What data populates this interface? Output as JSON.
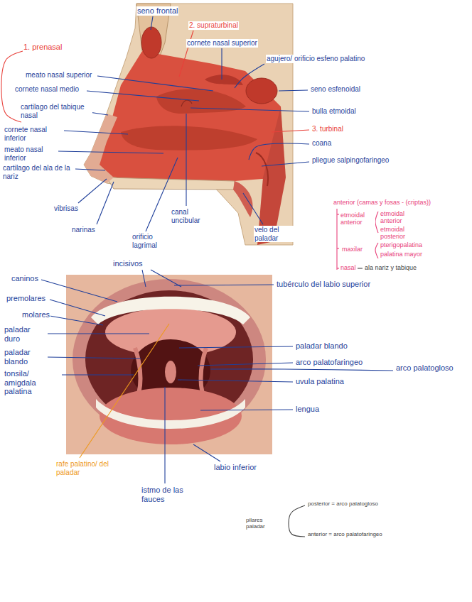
{
  "diagram": {
    "labels": [
      "seno frontal",
      "2. supraturbinal",
      "1. prenasal",
      "cornete nasal superior",
      "agujero/ orificio esfeno palatino",
      "meato nasal superior",
      "seno esfenoidal",
      "cornete nasal medio",
      "cartilago del tabique nasal",
      "bulla etmoidal",
      "3. turbinal",
      "cornete nasal inferior",
      "coana",
      "meato nasal inferior",
      "pliegue salpingofaringeo",
      "cartilago del ala de la nariz",
      "vibrisas",
      "narinas",
      "canal uncibular",
      "velo del paladar",
      "orificio lagrimal",
      "anterior (camas y fosas - (criptas))",
      "etmoidal anterior",
      "etmoidal anterior",
      "etmoidal posterior",
      "maxilar",
      "pterigopalatina",
      "palatina mayor",
      "nasal",
      "ala nariz y tabique",
      "incisivos",
      "tubérculo del labio superior",
      "caninos",
      "premolares",
      "molares",
      "paladar duro",
      "paladar blando",
      "paladar blando",
      "arco palatofaringeo",
      "tonsila/ amigdala palatina",
      "uvula palatina",
      "arco palatogloso",
      "lengua",
      "labio inferior",
      "rafe palatino/ del paladar",
      "istmo de las fauces",
      "pilares paladar",
      "posterior = arco palatogloso",
      "anterior = arco palatofaringeo"
    ]
  }
}
